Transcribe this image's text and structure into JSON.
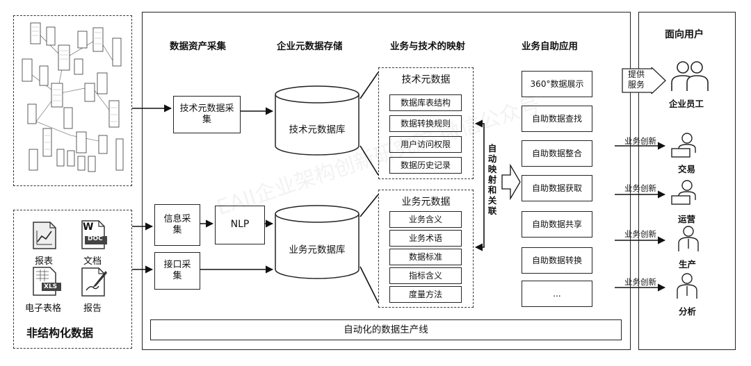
{
  "left": {
    "unstructured_title": "非结构化数据",
    "doc_types": [
      "报表",
      "文档",
      "电子表格",
      "报告"
    ],
    "icon_tags": {
      "word_badge": "W",
      "doc_badge": "DOC",
      "xls_badge": "XLS"
    }
  },
  "columns": {
    "collect": "数据资产采集",
    "storage": "企业元数据存储",
    "mapping": "业务与技术的映射",
    "apps": "业务自助应用",
    "users": "面向用户"
  },
  "collect": {
    "tech_collect": "技术元数据采集",
    "info_collect": "信息采集",
    "api_collect": "接口采集",
    "nlp": "NLP"
  },
  "storage": {
    "tech_db": "技术元数据库",
    "biz_db": "业务元数据库"
  },
  "mapping": {
    "tech_title": "技术元数据",
    "tech_items": [
      "数据库表结构",
      "数据转换规则",
      "用户访问权限",
      "数据历史记录"
    ],
    "biz_title": "业务元数据",
    "biz_items": [
      "业务含义",
      "业务术语",
      "数据标准",
      "指标含义",
      "度量方法"
    ],
    "auto_mapping": "自动映射和关联"
  },
  "apps": {
    "items": [
      "360°数据展示",
      "自助数据查找",
      "自助数据整合",
      "自助数据获取",
      "自助数据共享",
      "自助数据转换",
      "..."
    ]
  },
  "pipeline": "自动化的数据生产线",
  "users": {
    "provide_service": "提供服务",
    "employees": "企业员工",
    "innovation_label": "业务创新",
    "roles": [
      "交易",
      "运营",
      "生产",
      "分析"
    ]
  },
  "watermark": "EAII企业架构创新研究院 微信公众号"
}
